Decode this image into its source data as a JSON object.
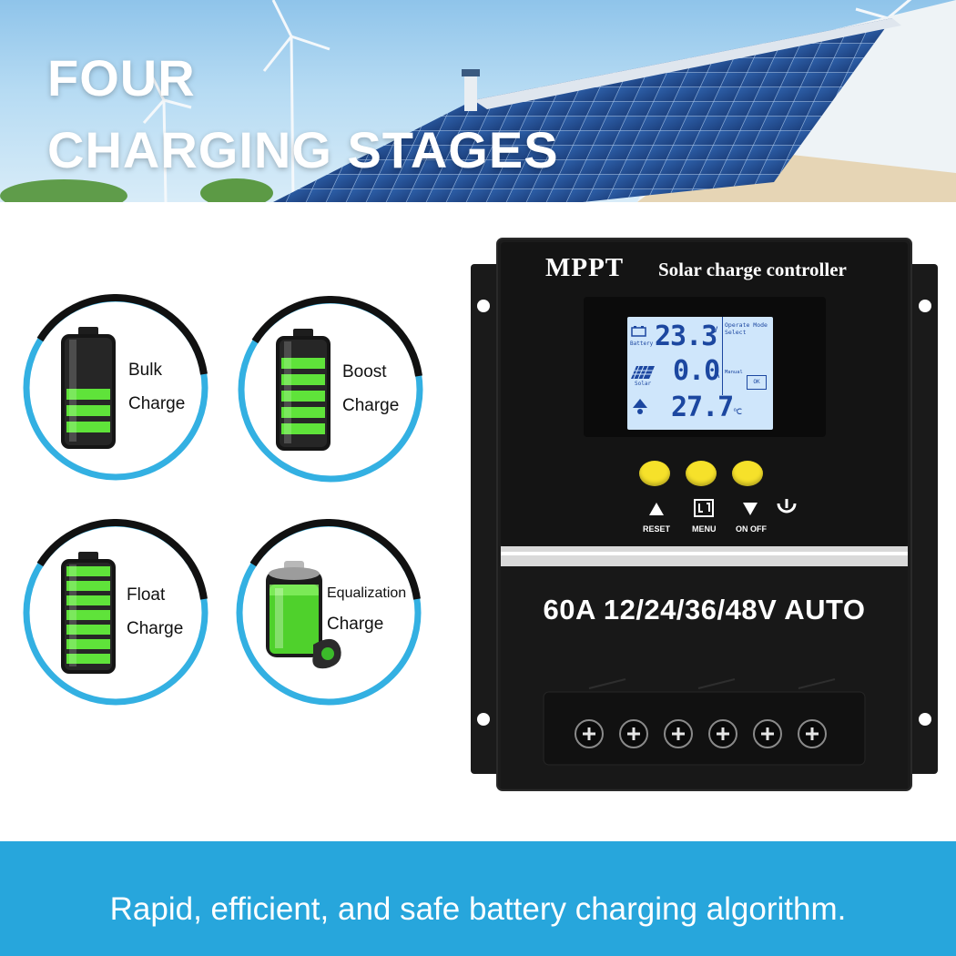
{
  "headline": {
    "line1": "FOUR",
    "line2": "CHARGING STAGES"
  },
  "stages": [
    {
      "line1": "Bulk",
      "line2": "Charge",
      "icon": "battery-icon"
    },
    {
      "line1": "Boost",
      "line2": "Charge",
      "icon": "battery-icon"
    },
    {
      "line1": "Float",
      "line2": "Charge",
      "icon": "battery-icon"
    },
    {
      "line1": "Equalization",
      "line2": "Charge",
      "icon": "charging-battery-icon"
    }
  ],
  "controller": {
    "brand": "MPPT",
    "subtitle": "Solar charge controller",
    "display": {
      "battery_voltage": "23.3",
      "battery_unit": "V",
      "battery_label": "Battery",
      "solar_current": "0.0",
      "solar_unit": "A",
      "solar_label": "Solar",
      "temperature": "27.7",
      "temperature_unit": "℃",
      "operate_mode": "Operate Mode",
      "select": "Select",
      "manual": "Manual",
      "ok": "OK"
    },
    "buttons": {
      "reset": "RESET",
      "menu": "MENU",
      "on_off": "ON OFF"
    },
    "rating": "60A  12/24/36/48V AUTO"
  },
  "footer": {
    "text": "Rapid, efficient, and safe battery charging algorithm."
  },
  "colors": {
    "accent_blue": "#27a6dc",
    "ring_black": "#111111",
    "battery_green": "#5fe33a",
    "lcd_blue": "#cfe6fb",
    "button_yellow": "#f6e12a"
  }
}
